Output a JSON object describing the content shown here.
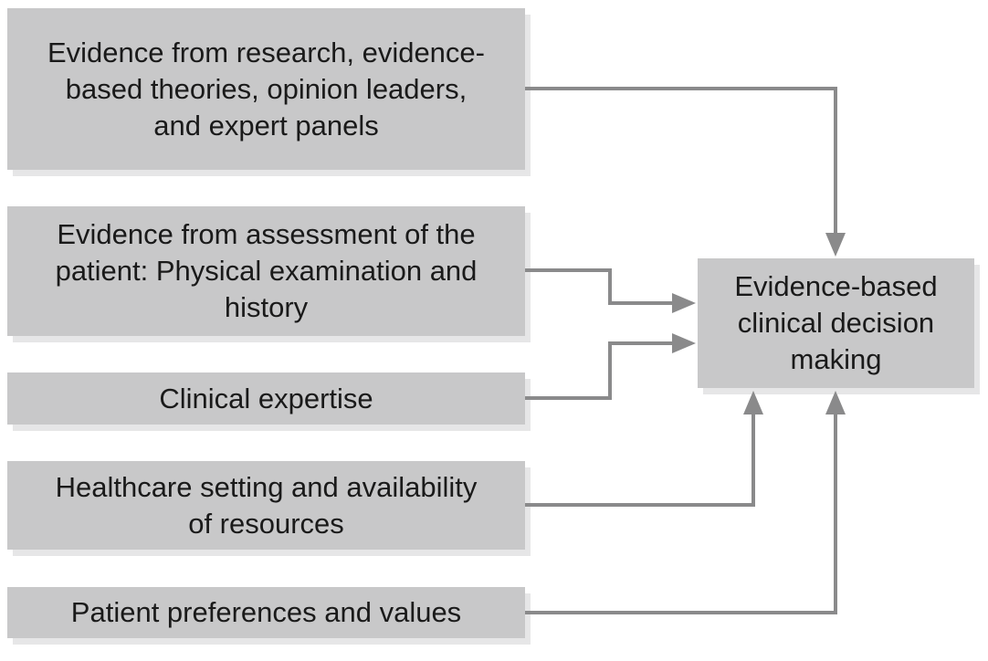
{
  "diagram": {
    "sources": [
      {
        "id": "b1",
        "label": "Evidence from research, evidence-\nbased theories, opinion leaders,\nand expert panels"
      },
      {
        "id": "b2",
        "label": "Evidence from assessment of the\npatient: Physical examination and\nhistory"
      },
      {
        "id": "b3",
        "label": "Clinical expertise"
      },
      {
        "id": "b4",
        "label": "Healthcare setting and availability\nof resources"
      },
      {
        "id": "b5",
        "label": "Patient preferences and values"
      }
    ],
    "target": {
      "id": "target",
      "label": "Evidence-based\nclinical decision\nmaking"
    },
    "edges": [
      {
        "from": "b1",
        "to": "target"
      },
      {
        "from": "b2",
        "to": "target"
      },
      {
        "from": "b3",
        "to": "target"
      },
      {
        "from": "b4",
        "to": "target"
      },
      {
        "from": "b5",
        "to": "target"
      }
    ],
    "colors": {
      "box_fill": "#c8c8c9",
      "box_shadow": "#e6e6e7",
      "connector": "#8a8a8b",
      "text": "#1a1a1a"
    }
  }
}
